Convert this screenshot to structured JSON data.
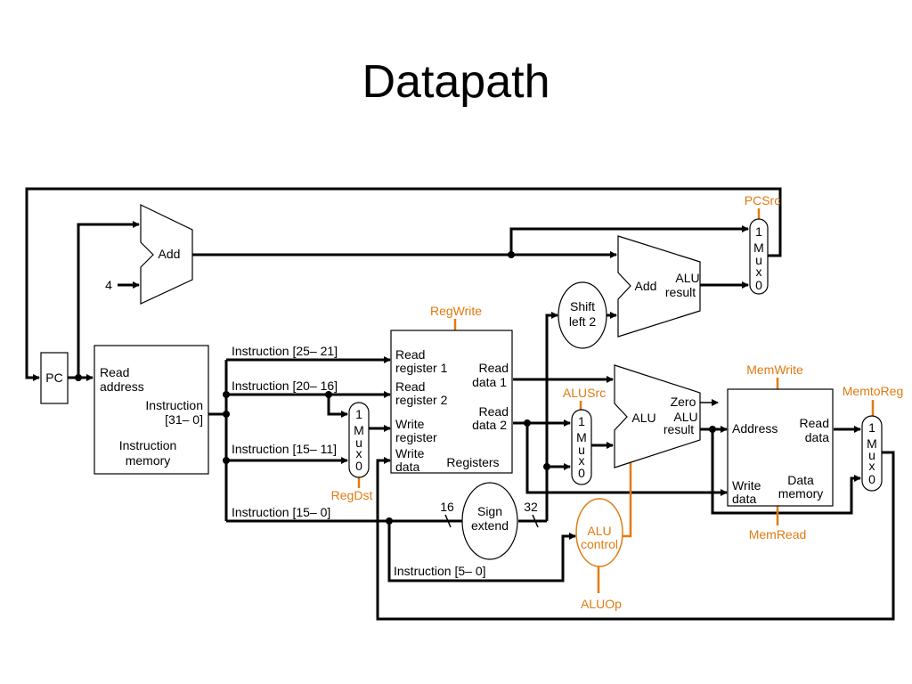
{
  "title": "Datapath",
  "colors": {
    "wire": "#000000",
    "control": "#e07b10"
  },
  "units": {
    "pc": "PC",
    "add_pc": "Add",
    "const_four": "4",
    "add_branch": "Add",
    "add_branch_result_1": "ALU",
    "add_branch_result_2": "result",
    "shift_left_1": "Shift",
    "shift_left_2": "left 2",
    "imem_read_1": "Read",
    "imem_read_2": "address",
    "imem_instr_1": "Instruction",
    "imem_instr_2": "[31– 0]",
    "imem_name_1": "Instruction",
    "imem_name_2": "memory",
    "regs_read1_1": "Read",
    "regs_read1_2": "register 1",
    "regs_read2_1": "Read",
    "regs_read2_2": "register 2",
    "regs_write_1": "Write",
    "regs_write_2": "register",
    "regs_wdata_1": "Write",
    "regs_wdata_2": "data",
    "regs_rd1_1": "Read",
    "regs_rd1_2": "data 1",
    "regs_rd2_1": "Read",
    "regs_rd2_2": "data 2",
    "regs_name": "Registers",
    "sign_1": "Sign",
    "sign_2": "extend",
    "alu": "ALU",
    "alu_zero": "Zero",
    "alu_result_1": "ALU",
    "alu_result_2": "result",
    "alu_control_1": "ALU",
    "alu_control_2": "control",
    "dmem_addr": "Address",
    "dmem_read_1": "Read",
    "dmem_read_2": "data",
    "dmem_write_1": "Write",
    "dmem_write_2": "data",
    "dmem_name_1": "Data",
    "dmem_name_2": "memory"
  },
  "mux_labels": {
    "one": "1",
    "m": "M",
    "u": "u",
    "x": "x",
    "zero": "0"
  },
  "instruction_fields": {
    "rs": "Instruction [25– 21]",
    "rt": "Instruction [20– 16]",
    "rd": "Instruction [15– 11]",
    "imm": "Instruction [15– 0]",
    "funct": "Instruction [5– 0]"
  },
  "bus_widths": {
    "in": "16",
    "out": "32"
  },
  "control_signals": {
    "pcsrc": "PCSrc",
    "regwrite": "RegWrite",
    "alusrc": "ALUSrc",
    "memwrite": "MemWrite",
    "memtoreg": "MemtoReg",
    "regdst": "RegDst",
    "memread": "MemRead",
    "aluop": "ALUOp"
  }
}
